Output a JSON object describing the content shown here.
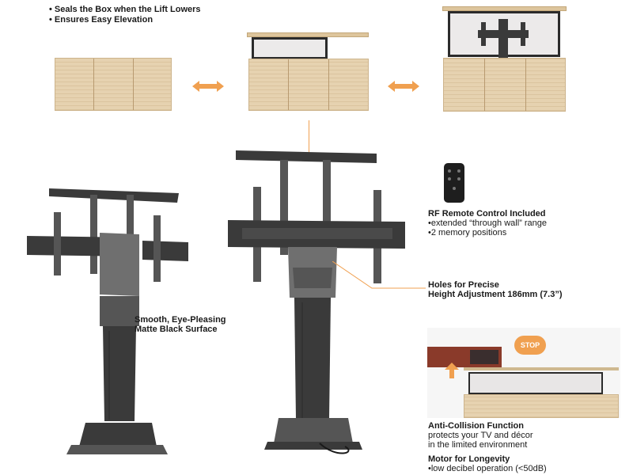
{
  "top_features": [
    "Seals the Box when the Lift Lowers",
    "Ensures Easy Elevation"
  ],
  "features": {
    "surface": {
      "title_line1": "Smooth, Eye-Pleasing",
      "title_line2": "Matte Black Surface"
    },
    "remote": {
      "title": "RF Remote Control Included",
      "bullets": [
        "extended “through wall” range",
        "2 memory positions"
      ]
    },
    "holes": {
      "title_line1": "Holes for Precise",
      "title_line2": "Height Adjustment 186mm (7.3”)"
    },
    "anticollision": {
      "badge": "STOP",
      "title": "Anti-Collision Function",
      "text_line1": "protects your TV and décor",
      "text_line2": "in the limited environment"
    },
    "motor": {
      "title": "Motor for Longevity",
      "bullets": [
        "low decibel operation (<50dB)"
      ]
    }
  },
  "colors": {
    "accent": "#f0a050",
    "wood": "#e6d2b0",
    "metal": "#3a3a3a"
  }
}
